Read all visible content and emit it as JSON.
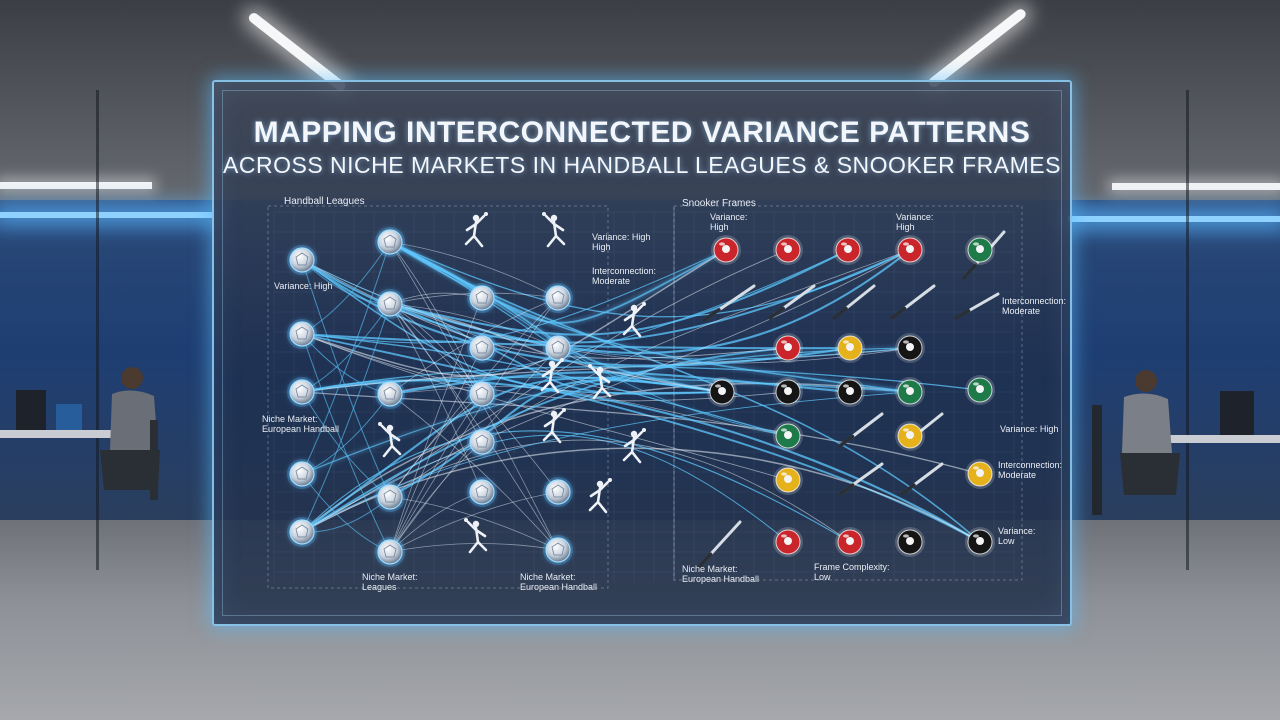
{
  "title": {
    "line1": "MAPPING INTERCONNECTED VARIANCE PATTERNS",
    "line2": "ACROSS NICHE MARKETS IN HANDBALL LEAGUES & SNOOKER FRAMES"
  },
  "sections": {
    "handball": "Handball Leagues",
    "snooker": "Snooker Frames"
  },
  "labels": [
    {
      "id": "hb-var-high",
      "lines": [
        "Variance: High"
      ]
    },
    {
      "id": "hb-niche-euro",
      "lines": [
        "Niche Market:",
        "European Handball"
      ]
    },
    {
      "id": "hb-var-high-2",
      "lines": [
        "Variance: High",
        "High"
      ]
    },
    {
      "id": "hb-inter-mod",
      "lines": [
        "Interconnection:",
        "Moderate"
      ]
    },
    {
      "id": "hb-niche-leagues",
      "lines": [
        "Niche Market:",
        "Leagues"
      ]
    },
    {
      "id": "hb-niche-euro-2",
      "lines": [
        "Niche Market:",
        "European Handball"
      ]
    },
    {
      "id": "sn-var-high-1",
      "lines": [
        "Variance:",
        "High"
      ]
    },
    {
      "id": "sn-var-high-2",
      "lines": [
        "Variance:",
        "High"
      ]
    },
    {
      "id": "sn-inter-mod-1",
      "lines": [
        "Interconnection:",
        "Moderate"
      ]
    },
    {
      "id": "sn-var-high-3",
      "lines": [
        "Variance: High"
      ]
    },
    {
      "id": "sn-inter-mod-2",
      "lines": [
        "Interconnection:",
        "Moderate"
      ]
    },
    {
      "id": "sn-var-low",
      "lines": [
        "Variance:",
        "Low"
      ]
    },
    {
      "id": "sn-niche-euro",
      "lines": [
        "Niche Market:",
        "European Handball"
      ]
    },
    {
      "id": "sn-frame-complexity",
      "lines": [
        "Frame Complexity:",
        "Low"
      ]
    }
  ],
  "colors": {
    "flow_blue": "#5ec8ff",
    "flow_white": "#e6eef7",
    "ball_red": "#c9252b",
    "ball_yellow": "#e6b21c",
    "ball_green": "#1f7a4a",
    "ball_black": "#151515",
    "panel_border": "#96d7ff"
  },
  "icons": {
    "handball_node": "handball-ball-icon",
    "player": "handball-player-icon",
    "snooker_ball": "snooker-ball-icon",
    "cue": "snooker-cue-icon"
  }
}
